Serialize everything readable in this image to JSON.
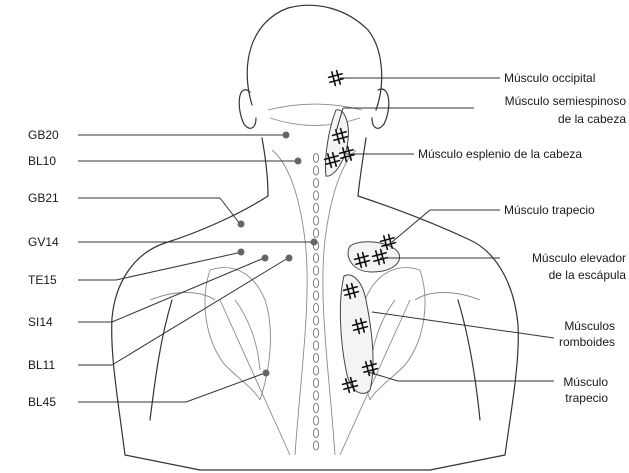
{
  "left_labels": [
    "GB20",
    "BL10",
    "GB21",
    "GV14",
    "TE15",
    "SI14",
    "BL11",
    "BL45"
  ],
  "right_labels": [
    {
      "lines": [
        "Músculo occipital"
      ]
    },
    {
      "lines": [
        "Músculo semiespinoso",
        "de la cabeza"
      ]
    },
    {
      "lines": [
        "Músculo esplenio de la cabeza"
      ]
    },
    {
      "lines": [
        "Músculo trapecio"
      ]
    },
    {
      "lines": [
        "Músculo elevador",
        "de la escápula"
      ]
    },
    {
      "lines": [
        "Músculos",
        "romboides"
      ]
    },
    {
      "lines": [
        "Músculo",
        "trapecio"
      ]
    }
  ],
  "colors": {
    "ink": "#333333",
    "point": "#666666"
  }
}
